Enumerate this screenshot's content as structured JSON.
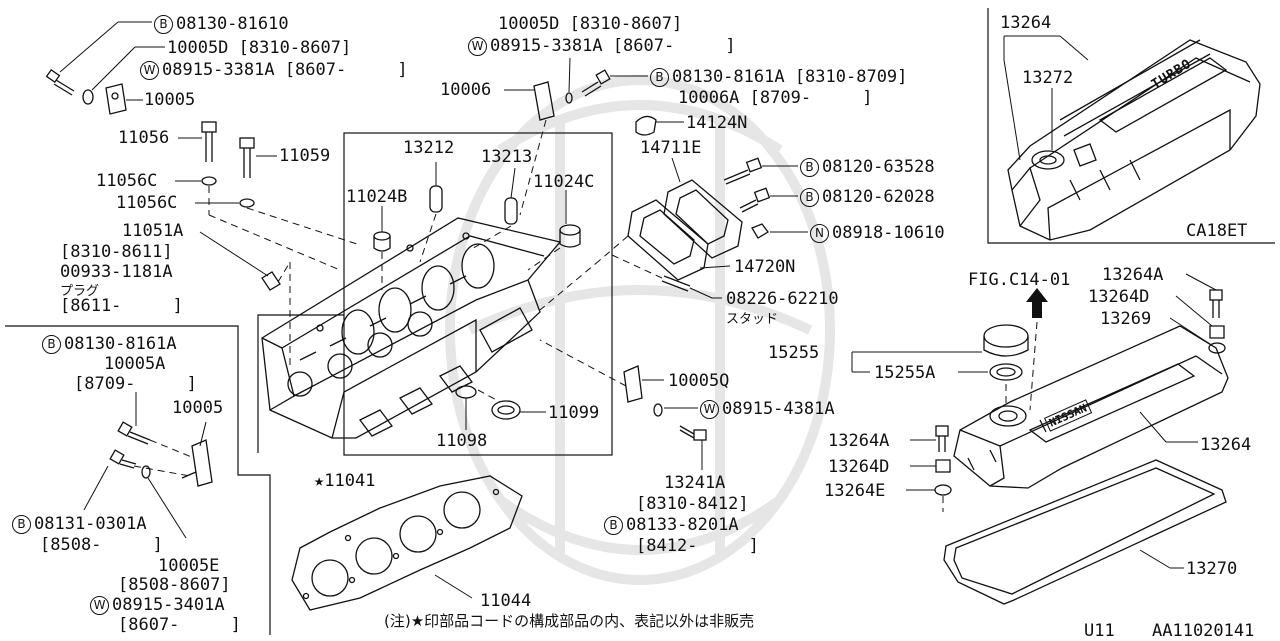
{
  "labels": {
    "l01": "08130-81610",
    "l02": "10005D [8310-8607]",
    "l03": "08915-3381A [8607-     ]",
    "l04": "10005",
    "l05": "11056",
    "l06": "11059",
    "l07": "11056C",
    "l08": "11056C",
    "l09": "11051A",
    "l10": "[8310-8611]",
    "l11": "00933-1181A",
    "l12": "プラグ",
    "l13": "[8611-     ]",
    "l14": "10005D [8310-8607]",
    "l15": "08915-3381A [8607-     ]",
    "l16": "10006",
    "l17": "08130-8161A [8310-8709]",
    "l18": "10006A [8709-     ]",
    "l19": "14124N",
    "l20": "14711E",
    "l21": "13212",
    "l22": "13213",
    "l23": "11024B",
    "l24": "11024C",
    "l25": "08120-63528",
    "l26": "08120-62028",
    "l27": "08918-10610",
    "l28": "14720N",
    "l29": "08226-62210",
    "l30": "スタッド",
    "l31": "08130-8161A",
    "l32": "10005A",
    "l33": "[8709-     ]",
    "l34": "10005",
    "l35": "10005Q",
    "l36": "08915-4381A",
    "l37": "11099",
    "l38": "11098",
    "l39": "13241A",
    "l40": "[8310-8412]",
    "l41": "08133-8201A",
    "l42": "[8412-     ]",
    "l43": "★11041",
    "l44": "08131-0301A",
    "l45": "[8508-     ]",
    "l46": "10005E",
    "l47": "[8508-8607]",
    "l48": "08915-3401A",
    "l49": "[8607-     ]",
    "l50": "11044",
    "l51": "(注)★印部品コードの構成部品の内、表記以外は非販売",
    "l52": "13264",
    "l53": "13272",
    "l54": "CA18ET",
    "l55": "FIG.C14-01",
    "l56": "13264A",
    "l57": "13264D",
    "l58": "13269",
    "l59": "15255",
    "l60": "15255A",
    "l61": "13264A",
    "l62": "13264D",
    "l63": "13264E",
    "l64": "13264",
    "l65": "13270",
    "l66": "U11",
    "l67": "AA11020141"
  },
  "markers": {
    "b": "B",
    "w": "W",
    "n": "N"
  },
  "emblems": {
    "turbo": "TURBO",
    "nissan": "NISSAN"
  }
}
